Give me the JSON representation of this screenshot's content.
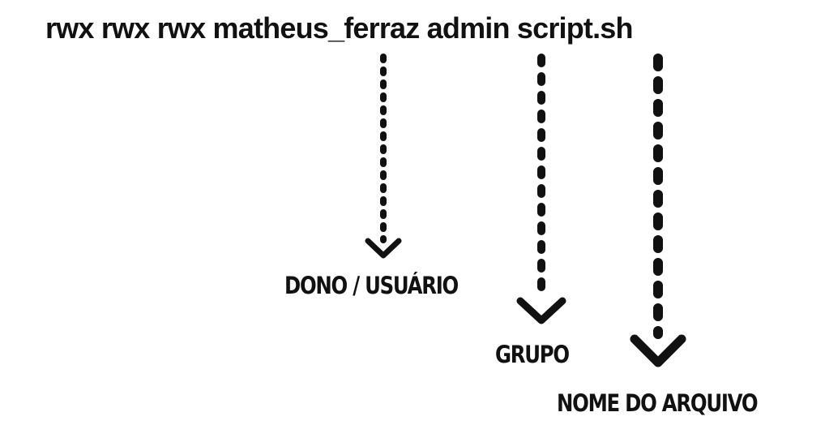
{
  "command": {
    "perm_user": "rwx",
    "perm_group": "rwx",
    "perm_other": "rwx",
    "owner": "matheus_ferraz",
    "group": "admin",
    "filename": "script.sh"
  },
  "labels": {
    "owner": "DONO / USUÁRIO",
    "group": "GRUPO",
    "filename": "NOME DO ARQUIVO"
  },
  "colors": {
    "text": "#111111",
    "background": "#ffffff"
  },
  "icons": [
    "dotted-arrow-down-icon"
  ]
}
